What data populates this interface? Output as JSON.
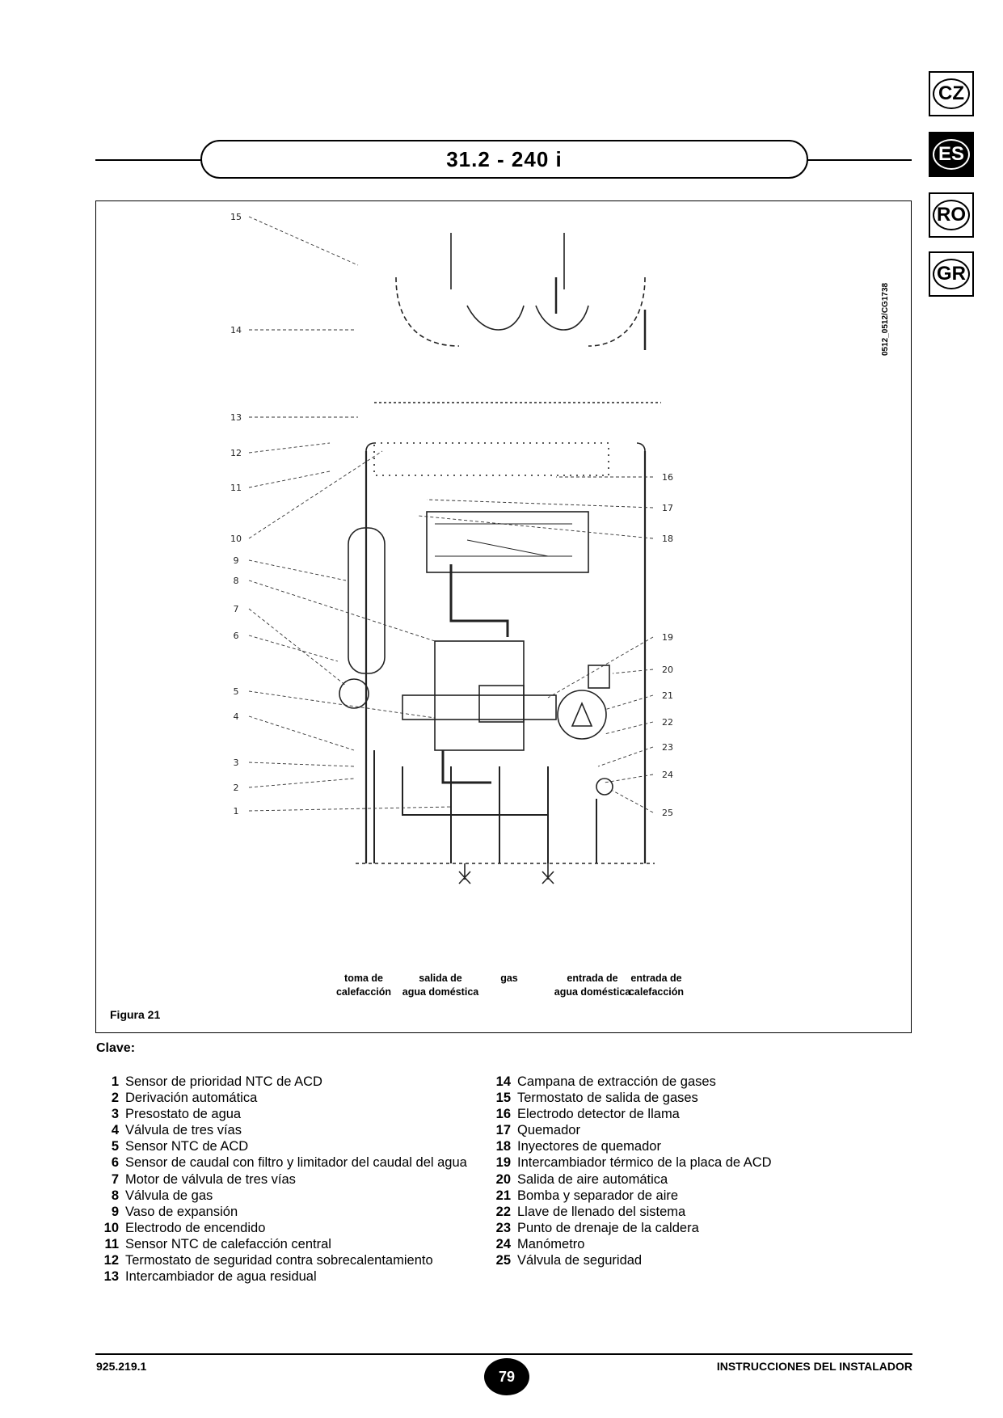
{
  "language_tabs": [
    {
      "code": "CZ",
      "active": false
    },
    {
      "code": "ES",
      "active": true
    },
    {
      "code": "RO",
      "active": false
    },
    {
      "code": "GR",
      "active": false
    }
  ],
  "header": {
    "model_title": "31.2  -  240 i"
  },
  "figure": {
    "code": "0512_0512/CG1738",
    "caption": "Figura 21",
    "callouts_left": [
      "15",
      "14",
      "13",
      "12",
      "11",
      "10",
      "9",
      "8",
      "7",
      "6",
      "5",
      "4",
      "3",
      "2",
      "1"
    ],
    "callouts_right": [
      "16",
      "17",
      "18",
      "19",
      "20",
      "21",
      "22",
      "23",
      "24",
      "25"
    ],
    "connections": [
      {
        "line1": "toma de",
        "line2": "calefacción"
      },
      {
        "line1": "salida de",
        "line2": "agua doméstica"
      },
      {
        "line1": "gas",
        "line2": ""
      },
      {
        "line1": "entrada de",
        "line2": "agua doméstica"
      },
      {
        "line1": "entrada de",
        "line2": "calefacción"
      }
    ]
  },
  "legend": {
    "title": "Clave:",
    "left": [
      {
        "n": "1",
        "text": "Sensor de prioridad NTC de ACD"
      },
      {
        "n": "2",
        "text": "Derivación automática"
      },
      {
        "n": "3",
        "text": "Presostato de agua"
      },
      {
        "n": "4",
        "text": "Válvula de tres vías"
      },
      {
        "n": "5",
        "text": "Sensor NTC de ACD"
      },
      {
        "n": "6",
        "text": "Sensor de caudal con filtro y limitador del caudal del agua"
      },
      {
        "n": "7",
        "text": "Motor de válvula de tres vías"
      },
      {
        "n": "8",
        "text": "Válvula de gas"
      },
      {
        "n": "9",
        "text": "Vaso de expansión"
      },
      {
        "n": "10",
        "text": "Electrodo de encendido"
      },
      {
        "n": "11",
        "text": "Sensor NTC de calefacción central"
      },
      {
        "n": "12",
        "text": "Termostato de seguridad contra sobrecalentamiento"
      },
      {
        "n": "13",
        "text": "Intercambiador de agua residual"
      }
    ],
    "right": [
      {
        "n": "14",
        "text": "Campana de extracción de gases"
      },
      {
        "n": "15",
        "text": "Termostato de salida de gases"
      },
      {
        "n": "16",
        "text": "Electrodo detector de llama"
      },
      {
        "n": "17",
        "text": "Quemador"
      },
      {
        "n": "18",
        "text": "Inyectores de quemador"
      },
      {
        "n": "19",
        "text": "Intercambiador térmico de la placa de ACD"
      },
      {
        "n": "20",
        "text": "Salida de aire automática"
      },
      {
        "n": "21",
        "text": "Bomba y separador de aire"
      },
      {
        "n": "22",
        "text": "Llave de llenado del sistema"
      },
      {
        "n": "23",
        "text": "Punto de drenaje de la caldera"
      },
      {
        "n": "24",
        "text": "Manómetro"
      },
      {
        "n": "25",
        "text": "Válvula de seguridad"
      }
    ]
  },
  "footer": {
    "doc_number": "925.219.1",
    "page_number": "79",
    "section": "INSTRUCCIONES DEL INSTALADOR"
  }
}
